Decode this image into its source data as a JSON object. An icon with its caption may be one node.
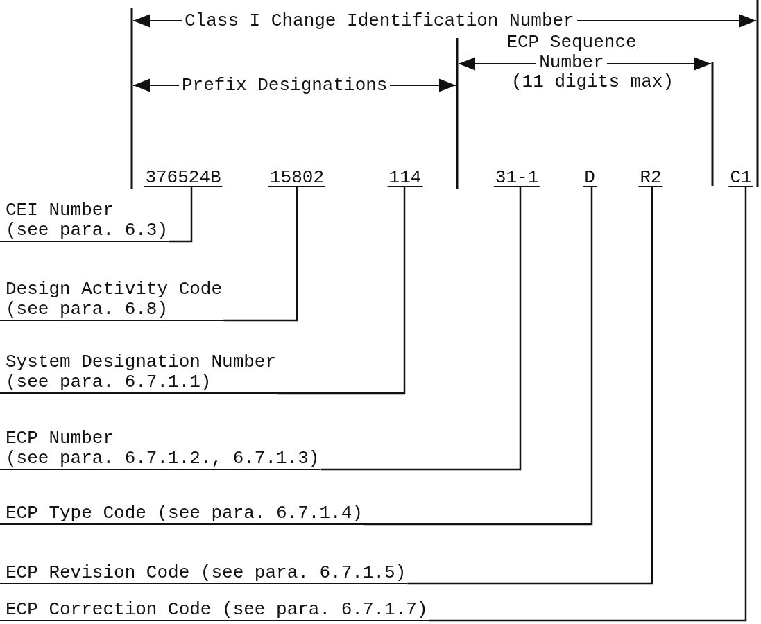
{
  "diagram": {
    "nodes": [
      {
        "text": [
          "376524B"
        ]
      },
      {
        "text": [
          "15802"
        ]
      },
      {
        "text": [
          "114"
        ]
      },
      {
        "text": [
          "31-1"
        ]
      },
      {
        "text": [
          "D"
        ]
      },
      {
        "text": [
          "R2"
        ]
      },
      {
        "text": [
          "C1"
        ]
      },
      {
        "text": [
          "CEI Number",
          "(see para. 6.3)"
        ]
      },
      {
        "text": [
          "Design Activity Code",
          "(see para. 6.8)"
        ]
      },
      {
        "text": [
          "System Designation Number",
          "(see para. 6.7.1.1)"
        ]
      },
      {
        "text": [
          "ECP Number",
          "(see para. 6.7.1.2., 6.7.1.3)"
        ]
      },
      {
        "text": [
          "ECP Type Code (see para. 6.7.1.4)"
        ]
      },
      {
        "text": [
          "ECP Revision Code (see para. 6.7.1.5)"
        ]
      },
      {
        "text": [
          "ECP Correction Code (see para. 6.7.1.7)"
        ]
      }
    ],
    "edges": [
      {
        "from": 7,
        "to": 0,
        "arrow": "none"
      },
      {
        "from": 8,
        "to": 1,
        "arrow": "none"
      },
      {
        "from": 9,
        "to": 2,
        "arrow": "none"
      },
      {
        "from": 10,
        "to": 3,
        "arrow": "none"
      },
      {
        "from": 11,
        "to": 4,
        "arrow": "none"
      },
      {
        "from": 12,
        "to": 5,
        "arrow": "none"
      },
      {
        "from": 13,
        "to": 6,
        "arrow": "none"
      }
    ],
    "labels": [
      "Class I Change Identification Number",
      "ECP Sequence Number",
      "Prefix Designations",
      "(11 digits max)"
    ]
  }
}
